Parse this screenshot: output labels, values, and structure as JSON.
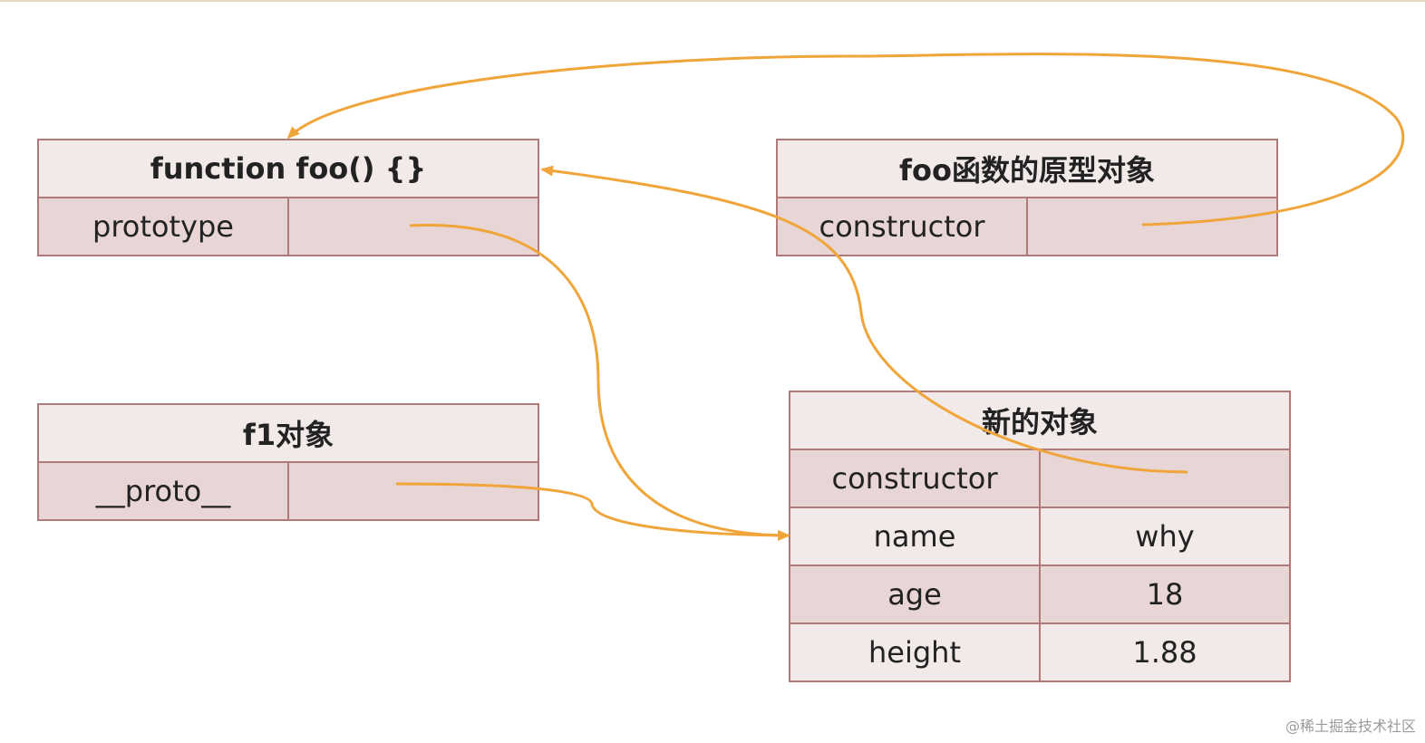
{
  "diagram": {
    "foo_function": {
      "title": "function foo() {}",
      "prop": "prototype",
      "value": ""
    },
    "foo_prototype": {
      "title": "foo函数的原型对象",
      "prop": "constructor",
      "value": ""
    },
    "f1_object": {
      "title": "f1对象",
      "prop": "__proto__",
      "value": ""
    },
    "new_object": {
      "title": "新的对象",
      "rows": [
        {
          "key": "constructor",
          "value": ""
        },
        {
          "key": "name",
          "value": "why"
        },
        {
          "key": "age",
          "value": "18"
        },
        {
          "key": "height",
          "value": "1.88"
        }
      ]
    },
    "arrow_color": "#f0a53a",
    "box_border_color": "#b07a78"
  },
  "watermark": "@稀土掘金技术社区"
}
